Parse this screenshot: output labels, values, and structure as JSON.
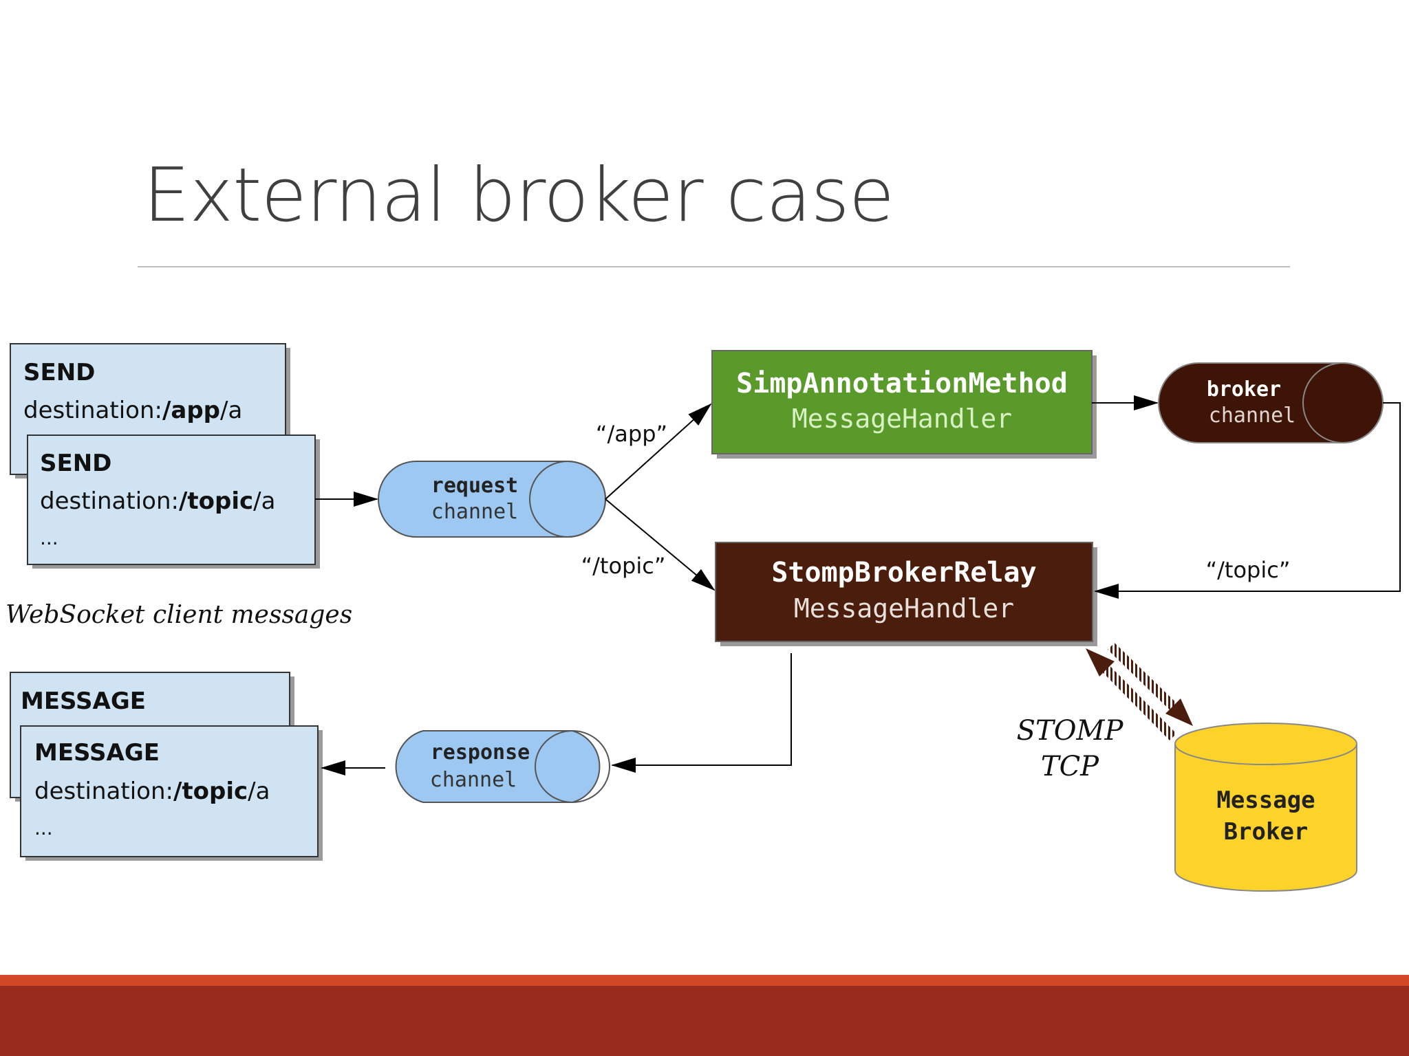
{
  "slide": {
    "title": "External broker case"
  },
  "client_messages": {
    "send_back": {
      "command": "SEND",
      "dest_label": "destination:",
      "dest_path": "/app",
      "dest_tail": "/a"
    },
    "send_front": {
      "command": "SEND",
      "dest_label": "destination:",
      "dest_path": "/topic",
      "dest_tail": "/a",
      "more": "..."
    },
    "caption": "WebSocket client messages",
    "message_back": {
      "command": "MESSAGE"
    },
    "message_front": {
      "command": "MESSAGE",
      "dest_label": "destination:",
      "dest_path": "/topic",
      "dest_tail": "/a",
      "more": "..."
    }
  },
  "channels": {
    "request": {
      "line1": "request",
      "line2": "channel"
    },
    "response": {
      "line1": "response",
      "line2": "channel"
    },
    "broker": {
      "line1": "broker",
      "line2": "channel"
    }
  },
  "handlers": {
    "simp": {
      "line1": "SimpAnnotationMethod",
      "line2": "MessageHandler"
    },
    "relay": {
      "line1": "StompBrokerRelay",
      "line2": "MessageHandler"
    }
  },
  "routes": {
    "app": "“/app”",
    "topic": "“/topic”",
    "broker_topic": "“/topic”"
  },
  "protocol": {
    "line1": "STOMP",
    "line2": "TCP"
  },
  "broker": {
    "line1": "Message",
    "line2": "Broker"
  },
  "colors": {
    "client_box": "#cfe3f2",
    "channel_blue": "#9dc8f1",
    "simp_green": "#5a9a2b",
    "relay_brown": "#4a1d0d",
    "broker_yellow": "#fdd32a",
    "footer": "#982b1c",
    "footer_accent": "#d24726"
  }
}
